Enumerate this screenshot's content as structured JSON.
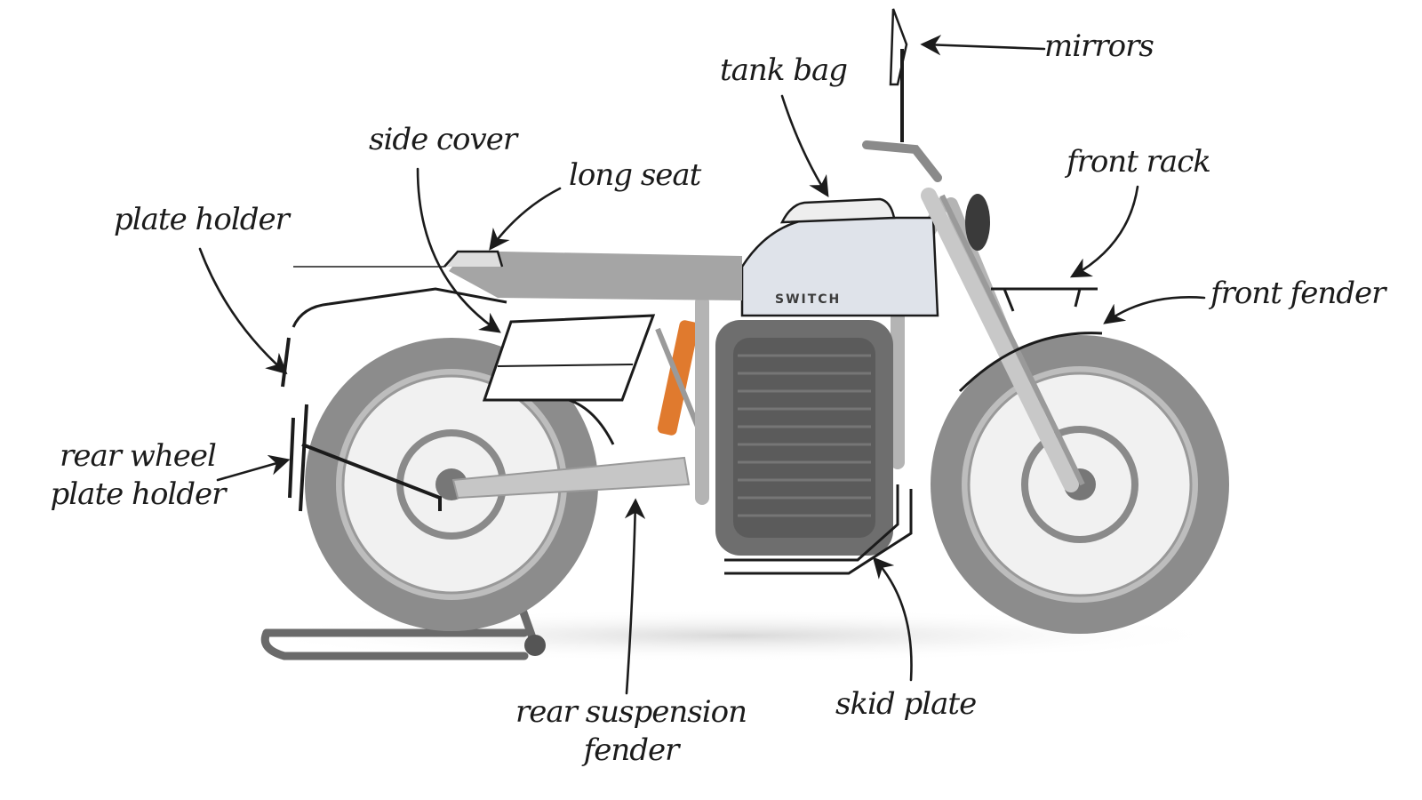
{
  "diagram": {
    "brand_text": "SWITCH",
    "labels": {
      "mirrors": "mirrors",
      "tank_bag": "tank bag",
      "side_cover": "side cover",
      "long_seat": "long seat",
      "front_rack": "front rack",
      "plate_holder": "plate holder",
      "front_fender": "front fender",
      "rear_wheel_plate_holder_line1": "rear wheel",
      "rear_wheel_plate_holder_line2": "plate holder",
      "rear_suspension_fender_line1": "rear suspension",
      "rear_suspension_fender_line2": "fender",
      "skid_plate": "skid plate"
    },
    "colors": {
      "ink": "#1b1b1b",
      "tire": "#8c8c8c",
      "frame": "#b4b4b4",
      "tank": "#dfe3ea",
      "battery": "#6e6e6e",
      "spring": "#e07a2e"
    }
  }
}
